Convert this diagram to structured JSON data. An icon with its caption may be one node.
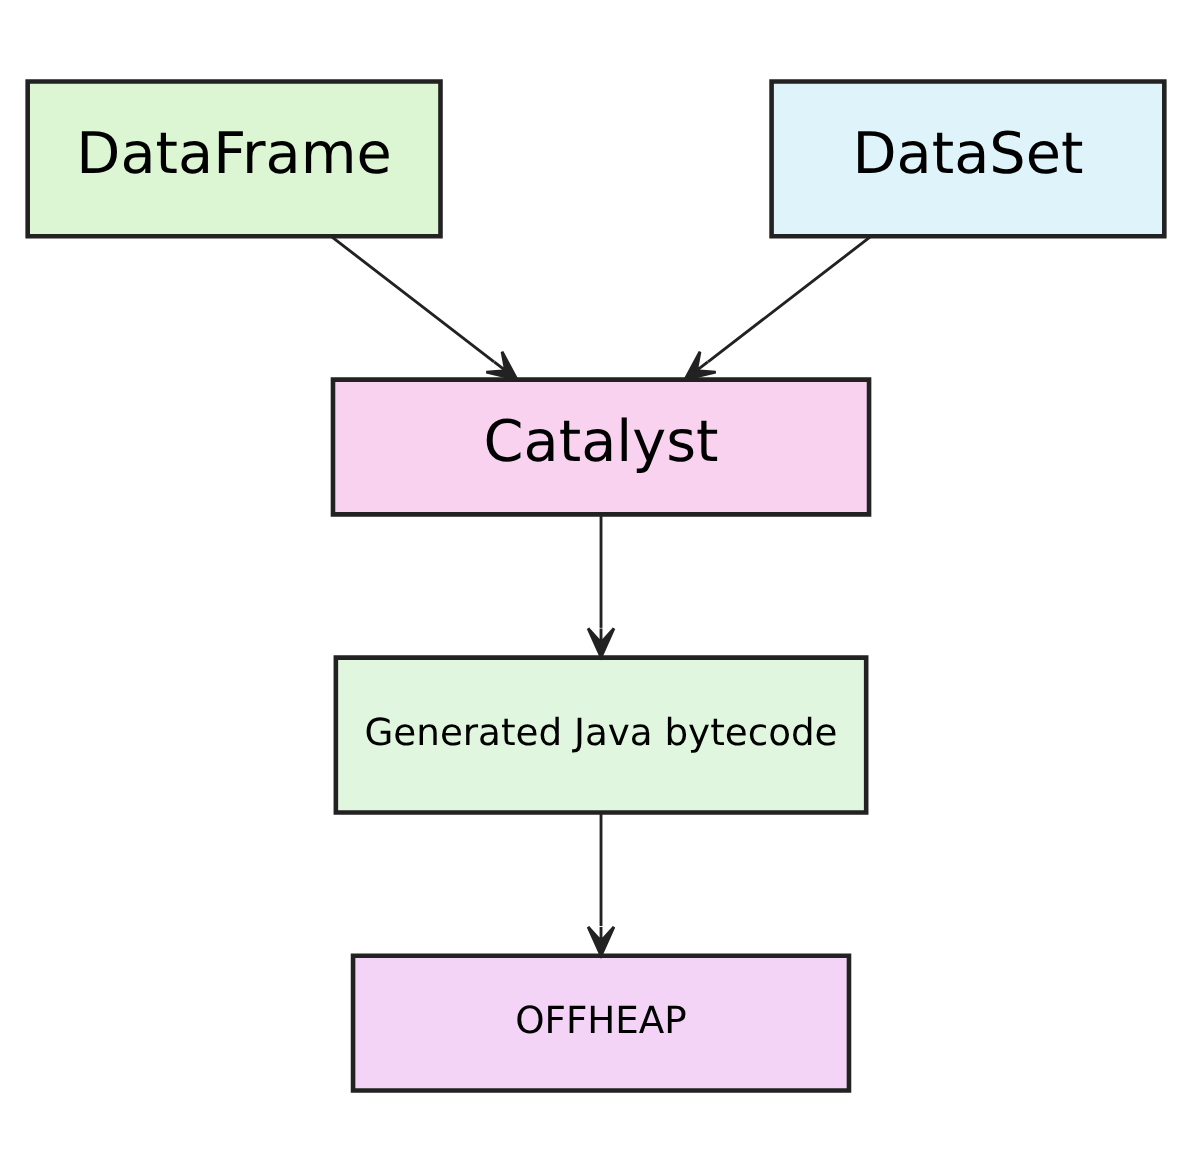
{
  "diagram": {
    "nodes": [
      {
        "text": [
          "DataFrame"
        ]
      },
      {
        "text": [
          "DataSet"
        ]
      },
      {
        "text": [
          "Catalyst"
        ]
      },
      {
        "text": [
          "Generated Java bytecode"
        ]
      },
      {
        "text": [
          "OFFHEAP"
        ]
      }
    ],
    "edges": [
      {
        "from": 0,
        "to": 2,
        "arrow": "to"
      },
      {
        "from": 1,
        "to": 2,
        "arrow": "to"
      },
      {
        "from": 2,
        "to": 3,
        "arrow": "to"
      },
      {
        "from": 3,
        "to": 4,
        "arrow": "to"
      }
    ]
  }
}
